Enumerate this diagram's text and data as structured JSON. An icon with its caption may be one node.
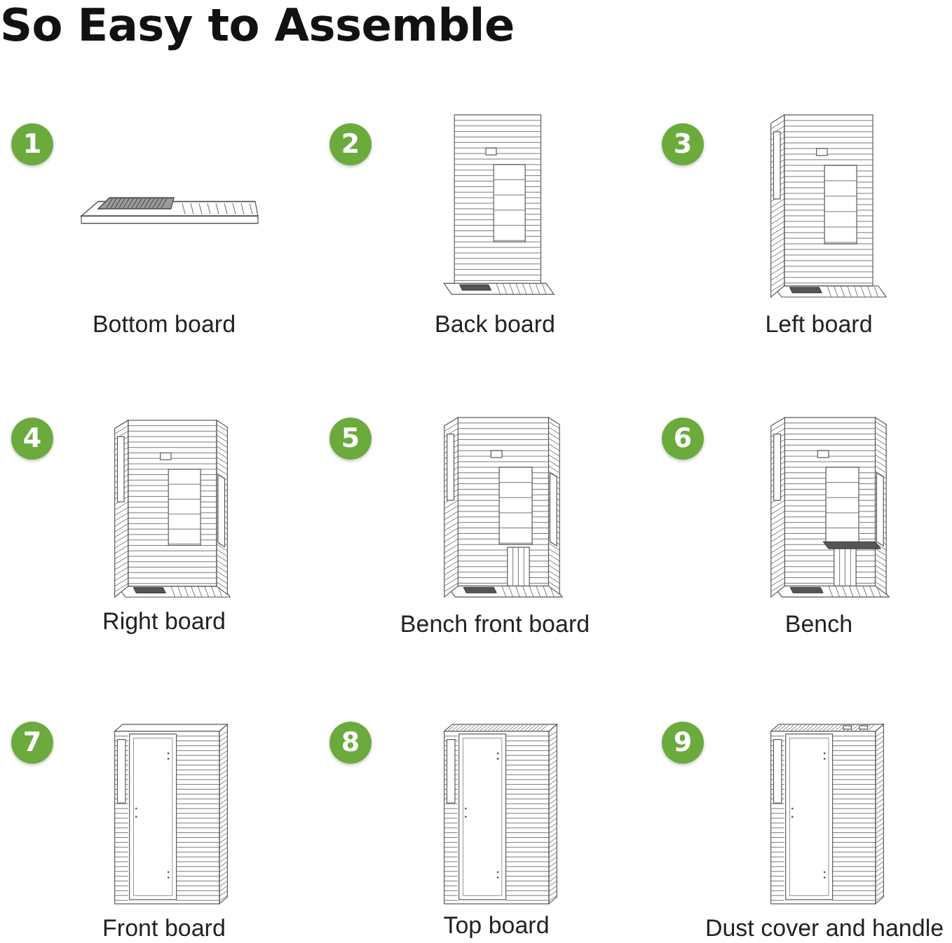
{
  "diagram": {
    "title": "So Easy to Assemble",
    "nodes": [
      {
        "text": [
          "1"
        ]
      },
      {
        "text": [
          "2"
        ]
      },
      {
        "text": [
          "3"
        ]
      },
      {
        "text": [
          "4"
        ]
      },
      {
        "text": [
          "5"
        ]
      },
      {
        "text": [
          "6"
        ]
      },
      {
        "text": [
          "7"
        ]
      },
      {
        "text": [
          "8"
        ]
      },
      {
        "text": [
          "9"
        ]
      }
    ],
    "labels": [
      "Bottom board",
      "Back board",
      "Left board",
      "Right board",
      "Bench front board",
      "Bench",
      "Front board",
      "Top board",
      "Dust cover and handle"
    ]
  }
}
